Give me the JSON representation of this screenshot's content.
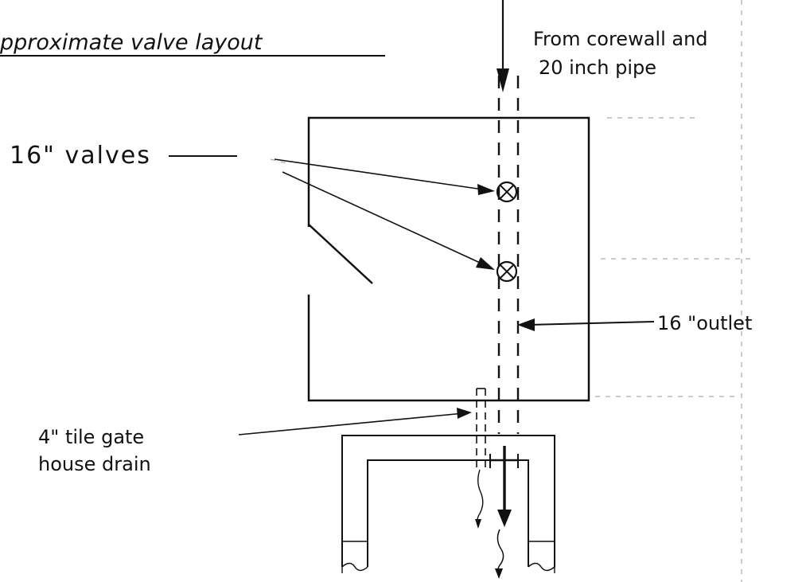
{
  "title": "pproximate valve layout",
  "labels": {
    "inlet": [
      "From corewall and",
      "20 inch pipe"
    ],
    "valves": "16\" valves",
    "outlet": "16 \"outlet",
    "drain": [
      "4\" tile gate",
      "house drain"
    ]
  }
}
